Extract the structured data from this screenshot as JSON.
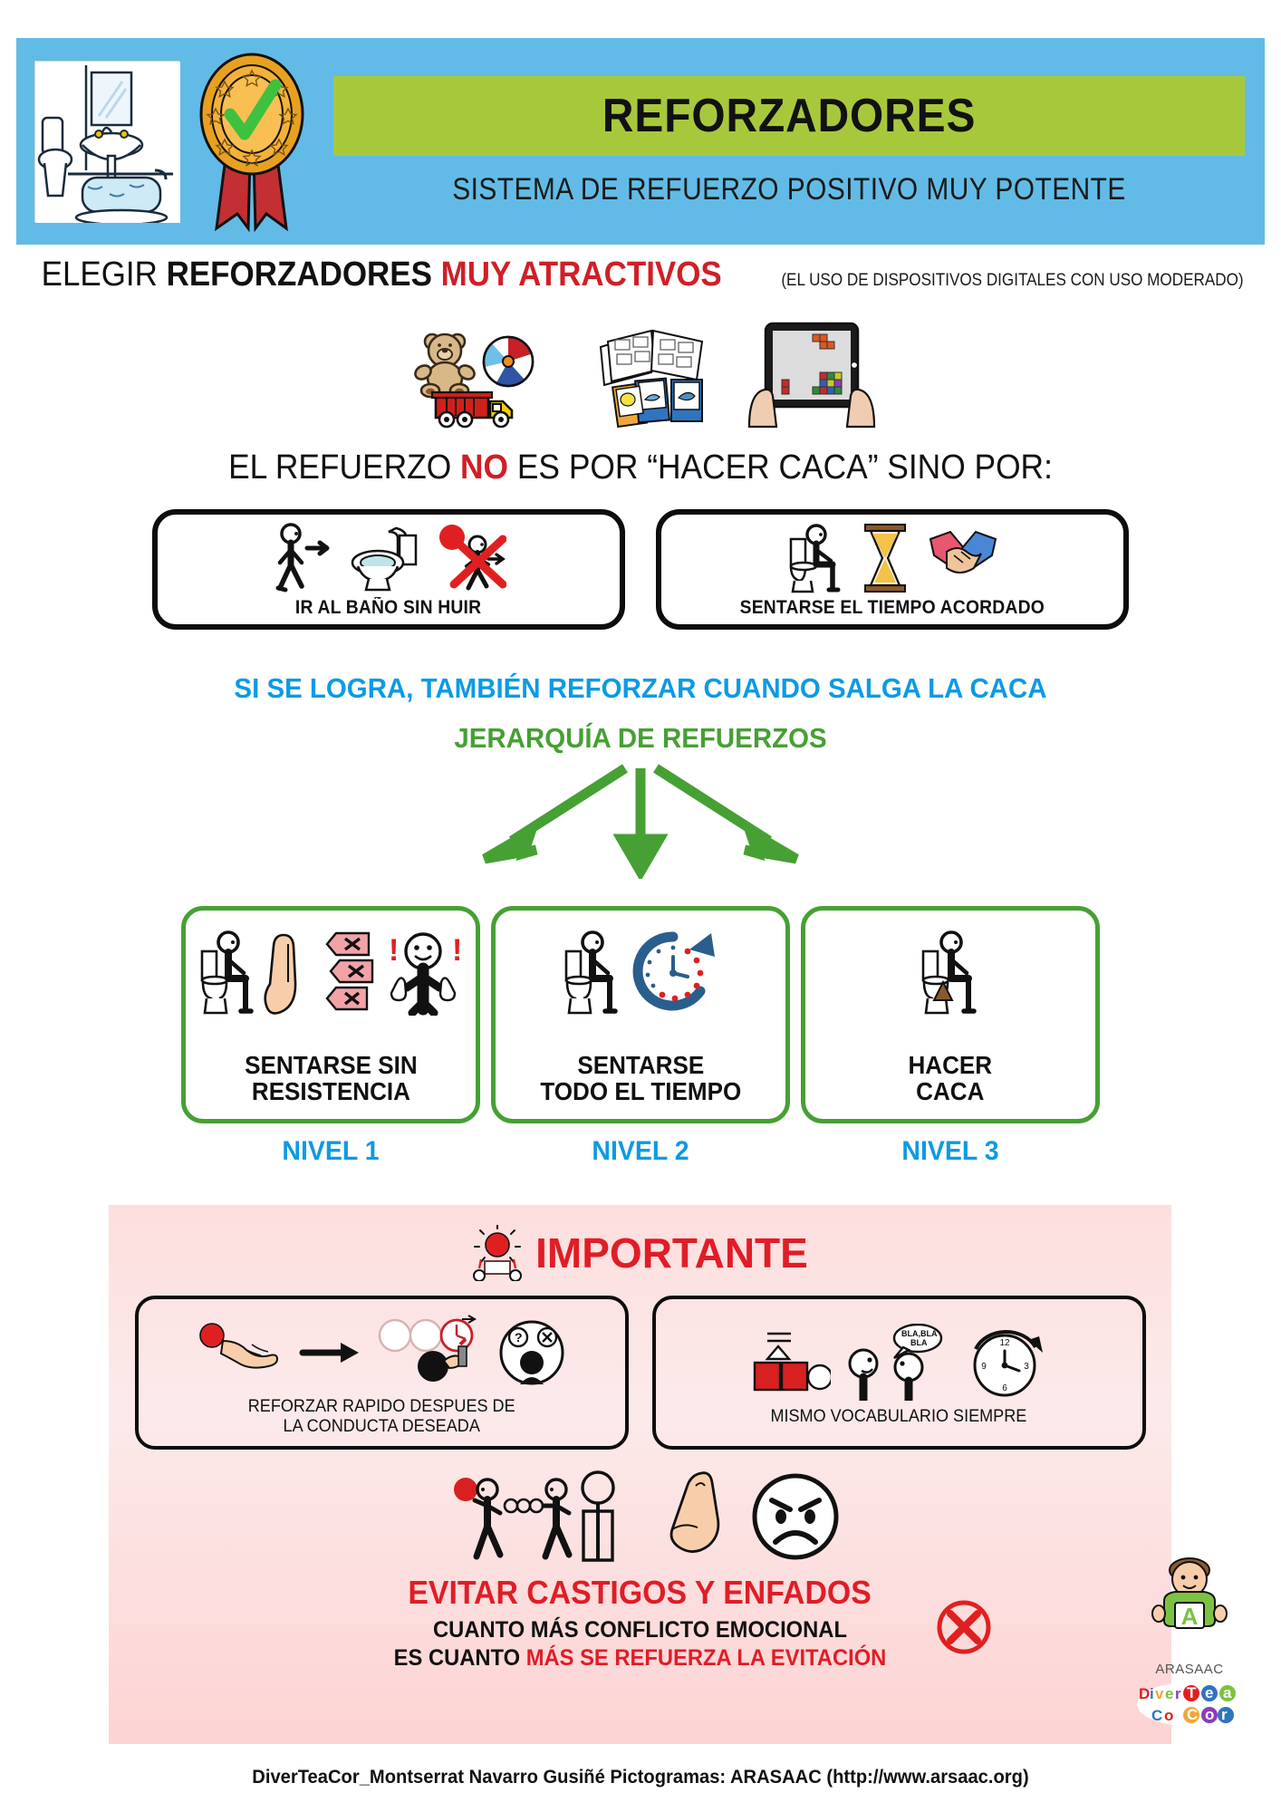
{
  "header": {
    "title": "REFORZADORES",
    "subtitle": "SISTEMA DE REFUERZO POSITIVO MUY POTENTE",
    "icons": {
      "bathroom": "bathroom-icon",
      "medal": "medal-check-icon"
    },
    "colors": {
      "band": "#62bbe6",
      "title_bar": "#a8c83c"
    }
  },
  "elegir": {
    "line1_a": "ELEGIR ",
    "line1_b": "REFORZADORES ",
    "line1_c": "MUY ATRACTIVOS",
    "line2": "(EL USO DE DISPOSITIVOS DIGITALES CON USO MODERADO)",
    "toys": [
      "teddy-bear-icon",
      "beach-ball-icon",
      "toy-truck-icon",
      "picture-cards-icon",
      "tablet-game-icon"
    ]
  },
  "refuerzo": {
    "line_a": "EL REFUERZO ",
    "line_no": "NO",
    "line_b": " ES POR “HACER CACA” SINO POR:",
    "boxes": [
      {
        "caption": "IR AL BAÑO SIN HUIR",
        "icons": [
          "walking-person-icon",
          "toilet-icon",
          "no-running-away-icon"
        ]
      },
      {
        "caption": "SENTARSE EL TIEMPO ACORDADO",
        "icons": [
          "person-sitting-toilet-icon",
          "hourglass-icon",
          "handshake-icon"
        ]
      }
    ]
  },
  "silogra": "SI SE LOGRA, TAMBIÉN REFORZAR CUANDO SALGA LA CACA",
  "jerarquia": "JERARQUÍA DE REFUERZOS",
  "levels": [
    {
      "caption_l1": "SENTARSE SIN",
      "caption_l2": "RESISTENCIA",
      "nivel": "NIVEL 1",
      "icons": [
        "person-sitting-toilet-icon",
        "stop-hand-icon",
        "no-symbols-icon",
        "happy-thumbs-up-icon"
      ]
    },
    {
      "caption_l1": "SENTARSE",
      "caption_l2": "TODO EL TIEMPO",
      "nivel": "NIVEL 2",
      "icons": [
        "person-sitting-toilet-icon",
        "clock-timer-icon"
      ]
    },
    {
      "caption_l1": "HACER",
      "caption_l2": "CACA",
      "nivel": "NIVEL 3",
      "icons": [
        "person-pooping-toilet-icon"
      ]
    }
  ],
  "important": {
    "heading": "IMPORTANTE",
    "heading_icon": "alarm-bell-icon",
    "boxes": [
      {
        "caption_l1": "REFORZAR RAPIDO DESPUES DE",
        "caption_l2": "LA CONDUCTA DESEADA",
        "icons": [
          "hand-giving-reward-icon",
          "arrow-right-icon",
          "fast-clocks-icon",
          "thinking-person-icon"
        ]
      },
      {
        "caption_l1": "MISMO VOCABULARIO SIEMPRE",
        "caption_l2": "",
        "icons": [
          "same-cards-icon",
          "two-people-talking-icon",
          "clock-repeat-icon"
        ]
      }
    ],
    "row2_icons": [
      "person-pulling-person-icon",
      "pointing-finger-icon",
      "angry-face-icon"
    ],
    "evitar_big": "EVITAR CASTIGOS Y ENFADOS",
    "evitar_l2": "CUANTO MÁS CONFLICTO EMOCIONAL",
    "evitar_l3_a": "ES CUANTO ",
    "evitar_l3_b": "MÁS SE REFUERZA LA EVITACIÓN",
    "x_icon": "red-x-circle-icon",
    "colors": {
      "panel_top": "#fddede",
      "panel_bottom": "#fdd3d3",
      "red": "#e01d26"
    }
  },
  "arasaac": {
    "logo_letter": "A",
    "name": "ARASAAC",
    "brand": "DiverTeaCor"
  },
  "footer": "DiverTeaCor_Montserrat Navarro Gusiñé Pictogramas: ARASAAC (http://www.arsaac.org)"
}
